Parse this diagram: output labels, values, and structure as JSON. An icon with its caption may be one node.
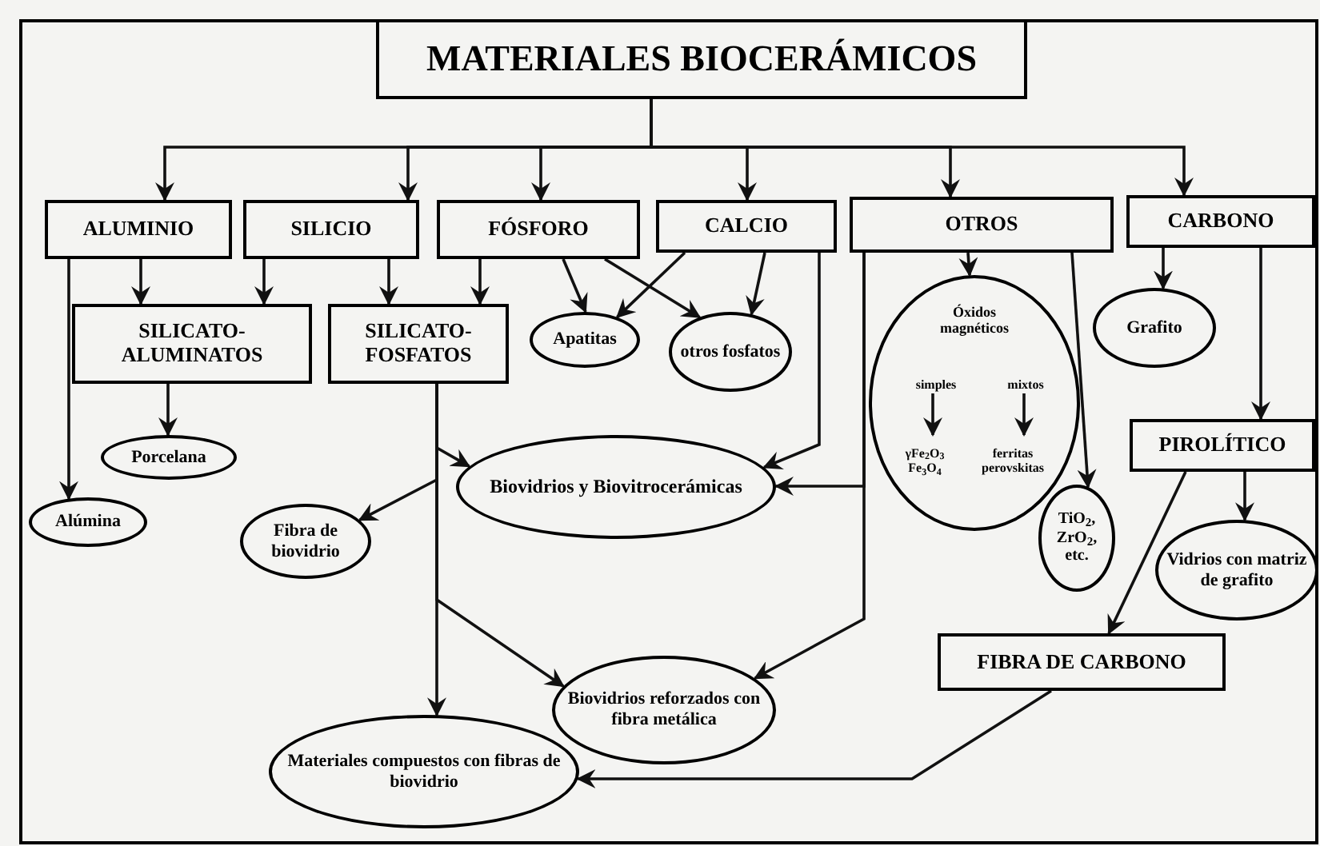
{
  "diagram": {
    "nodes": [
      {
        "text": [
          "MATERIALES BIOCERÁMICOS"
        ]
      },
      {
        "text": [
          "ALUMINIO"
        ]
      },
      {
        "text": [
          "SILICIO"
        ]
      },
      {
        "text": [
          "FÓSFORO"
        ]
      },
      {
        "text": [
          "CALCIO"
        ]
      },
      {
        "text": [
          "OTROS"
        ]
      },
      {
        "text": [
          "CARBONO"
        ]
      },
      {
        "text": [
          "SILICATO- ALUMINATOS"
        ]
      },
      {
        "text": [
          "SILICATO- FOSFATOS"
        ]
      },
      {
        "text": [
          "Apatitas"
        ]
      },
      {
        "text": [
          "otros fosfatos"
        ]
      },
      {
        "text": [
          "Grafito"
        ]
      },
      {
        "text": [
          "Óxidos magnéticos"
        ]
      },
      {
        "text": [
          "simples"
        ],
        "in": 12
      },
      {
        "text": [
          "mixtos"
        ],
        "in": 12
      },
      {
        "text": [
          "γFe$_{2}$O$_{3}$ Fe$_{3}$O$_{4}$"
        ],
        "in": 12
      },
      {
        "text": [
          "ferritas perovskitas"
        ],
        "in": 12
      },
      {
        "text": [
          "PIROLÍTICO"
        ]
      },
      {
        "text": [
          "TiO$_{2}$, ZrO$_{2}$, etc."
        ]
      },
      {
        "text": [
          "Vidrios con matriz de grafito"
        ]
      },
      {
        "text": [
          "Porcelana"
        ]
      },
      {
        "text": [
          "Alúmina"
        ]
      },
      {
        "text": [
          "Fibra de biovidrio"
        ]
      },
      {
        "text": [
          "Biovidrios y Biovitrocerámicas"
        ]
      },
      {
        "text": [
          "FIBRA DE CARBONO"
        ]
      },
      {
        "text": [
          "Biovidrios reforzados con fibra metálica"
        ]
      },
      {
        "text": [
          "Materiales compuestos con fibras de biovidrio"
        ]
      }
    ],
    "edges": [
      {
        "from": 0,
        "to": 1,
        "arrow": "to"
      },
      {
        "from": 0,
        "to": 2,
        "arrow": "to"
      },
      {
        "from": 0,
        "to": 3,
        "arrow": "to"
      },
      {
        "from": 0,
        "to": 4,
        "arrow": "to"
      },
      {
        "from": 0,
        "to": 5,
        "arrow": "to"
      },
      {
        "from": 0,
        "to": 6,
        "arrow": "to"
      },
      {
        "from": 1,
        "to": 7,
        "arrow": "to"
      },
      {
        "from": 1,
        "to": 21,
        "arrow": "to"
      },
      {
        "from": 2,
        "to": 7,
        "arrow": "to"
      },
      {
        "from": 2,
        "to": 8,
        "arrow": "to"
      },
      {
        "from": 3,
        "to": 8,
        "arrow": "to"
      },
      {
        "from": 3,
        "to": 9,
        "arrow": "to"
      },
      {
        "from": 3,
        "to": 10,
        "arrow": "to"
      },
      {
        "from": 4,
        "to": 9,
        "arrow": "to"
      },
      {
        "from": 4,
        "to": 10,
        "arrow": "to"
      },
      {
        "from": 5,
        "to": 12,
        "arrow": "to"
      },
      {
        "from": 5,
        "to": 18,
        "arrow": "to"
      },
      {
        "from": 6,
        "to": 11,
        "arrow": "to"
      },
      {
        "from": 6,
        "to": 17,
        "arrow": "to"
      },
      {
        "from": 7,
        "to": 20,
        "arrow": "to"
      },
      {
        "from": 8,
        "to": 23,
        "arrow": "to"
      },
      {
        "from": 8,
        "to": 22,
        "arrow": "to"
      },
      {
        "from": 8,
        "to": 26,
        "arrow": "to"
      },
      {
        "from": 8,
        "to": 25,
        "arrow": "to"
      },
      {
        "from": 4,
        "to": 23,
        "arrow": "to"
      },
      {
        "from": 5,
        "to": 23,
        "arrow": "to"
      },
      {
        "from": 5,
        "to": 25,
        "arrow": "to"
      },
      {
        "from": 17,
        "to": 19,
        "arrow": "to"
      },
      {
        "from": 17,
        "to": 24,
        "arrow": "to"
      },
      {
        "from": 24,
        "to": 26,
        "arrow": "to"
      },
      {
        "from": 13,
        "to": 15,
        "arrow": "to"
      },
      {
        "from": 14,
        "to": 16,
        "arrow": "to"
      }
    ]
  }
}
